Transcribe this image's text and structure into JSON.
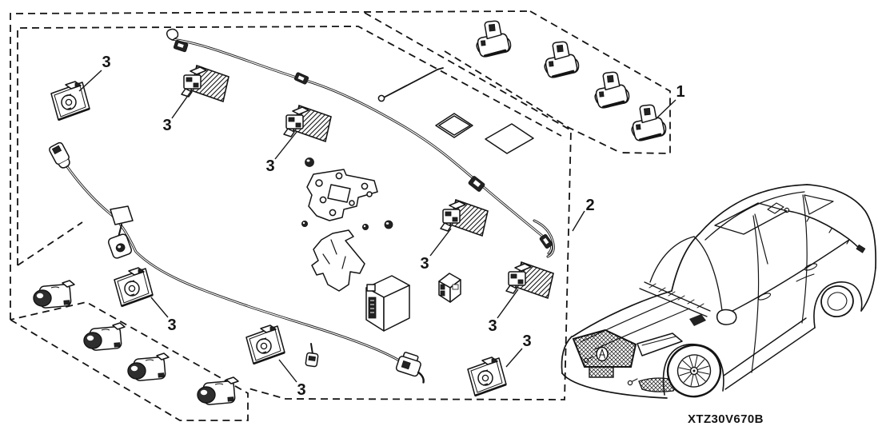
{
  "figure": {
    "part_code": "XTZ30V670B",
    "callouts": {
      "one": "1",
      "two": "2",
      "three": "3"
    },
    "colors": {
      "background": "#ffffff",
      "ink": "#141414",
      "dark_fill": "#222222"
    }
  }
}
